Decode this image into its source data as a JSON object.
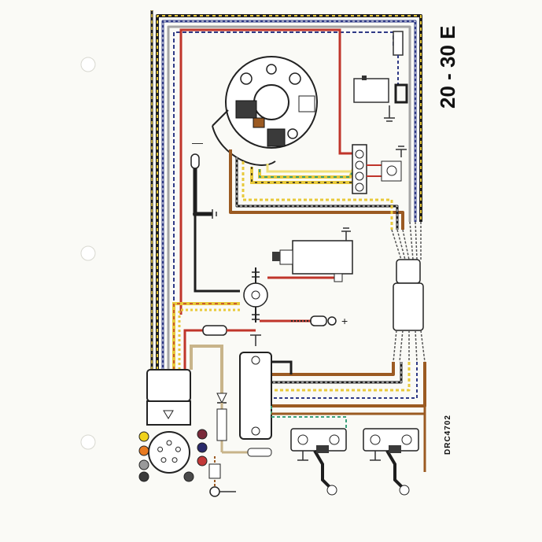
{
  "title": "20 - 30 E",
  "drawing_code": "DRC4702",
  "battery_terminals": {
    "negative": "—",
    "positive": "+"
  },
  "wire_colors": {
    "red": "#c0352b",
    "black": "#1e1e1e",
    "blue": "#2f3a86",
    "yellow": "#e8c93a",
    "brown": "#9b5a22",
    "gray": "#a5a5a5",
    "green": "#3aa07a",
    "beige": "#c8b48a",
    "violet": "#6a4a5c"
  },
  "components": [
    "magneto-stator",
    "terminal-block",
    "starter-motor",
    "starter-solenoid",
    "fuse-holder",
    "battery-negative-terminal",
    "battery-positive-terminal",
    "rectifier-module",
    "main-connector",
    "instrument-connector",
    "instrument-plug",
    "diode",
    "ignition-coil-1",
    "ignition-coil-2",
    "kill-switch",
    "harness-connector"
  ],
  "plug_pin_colors": [
    "#f0d21c",
    "#e87a1f",
    "#9a9a9a",
    "#3a3a3a",
    "#7a2a3a",
    "#2a2a6a",
    "#c23838",
    "#4a4a4a"
  ]
}
